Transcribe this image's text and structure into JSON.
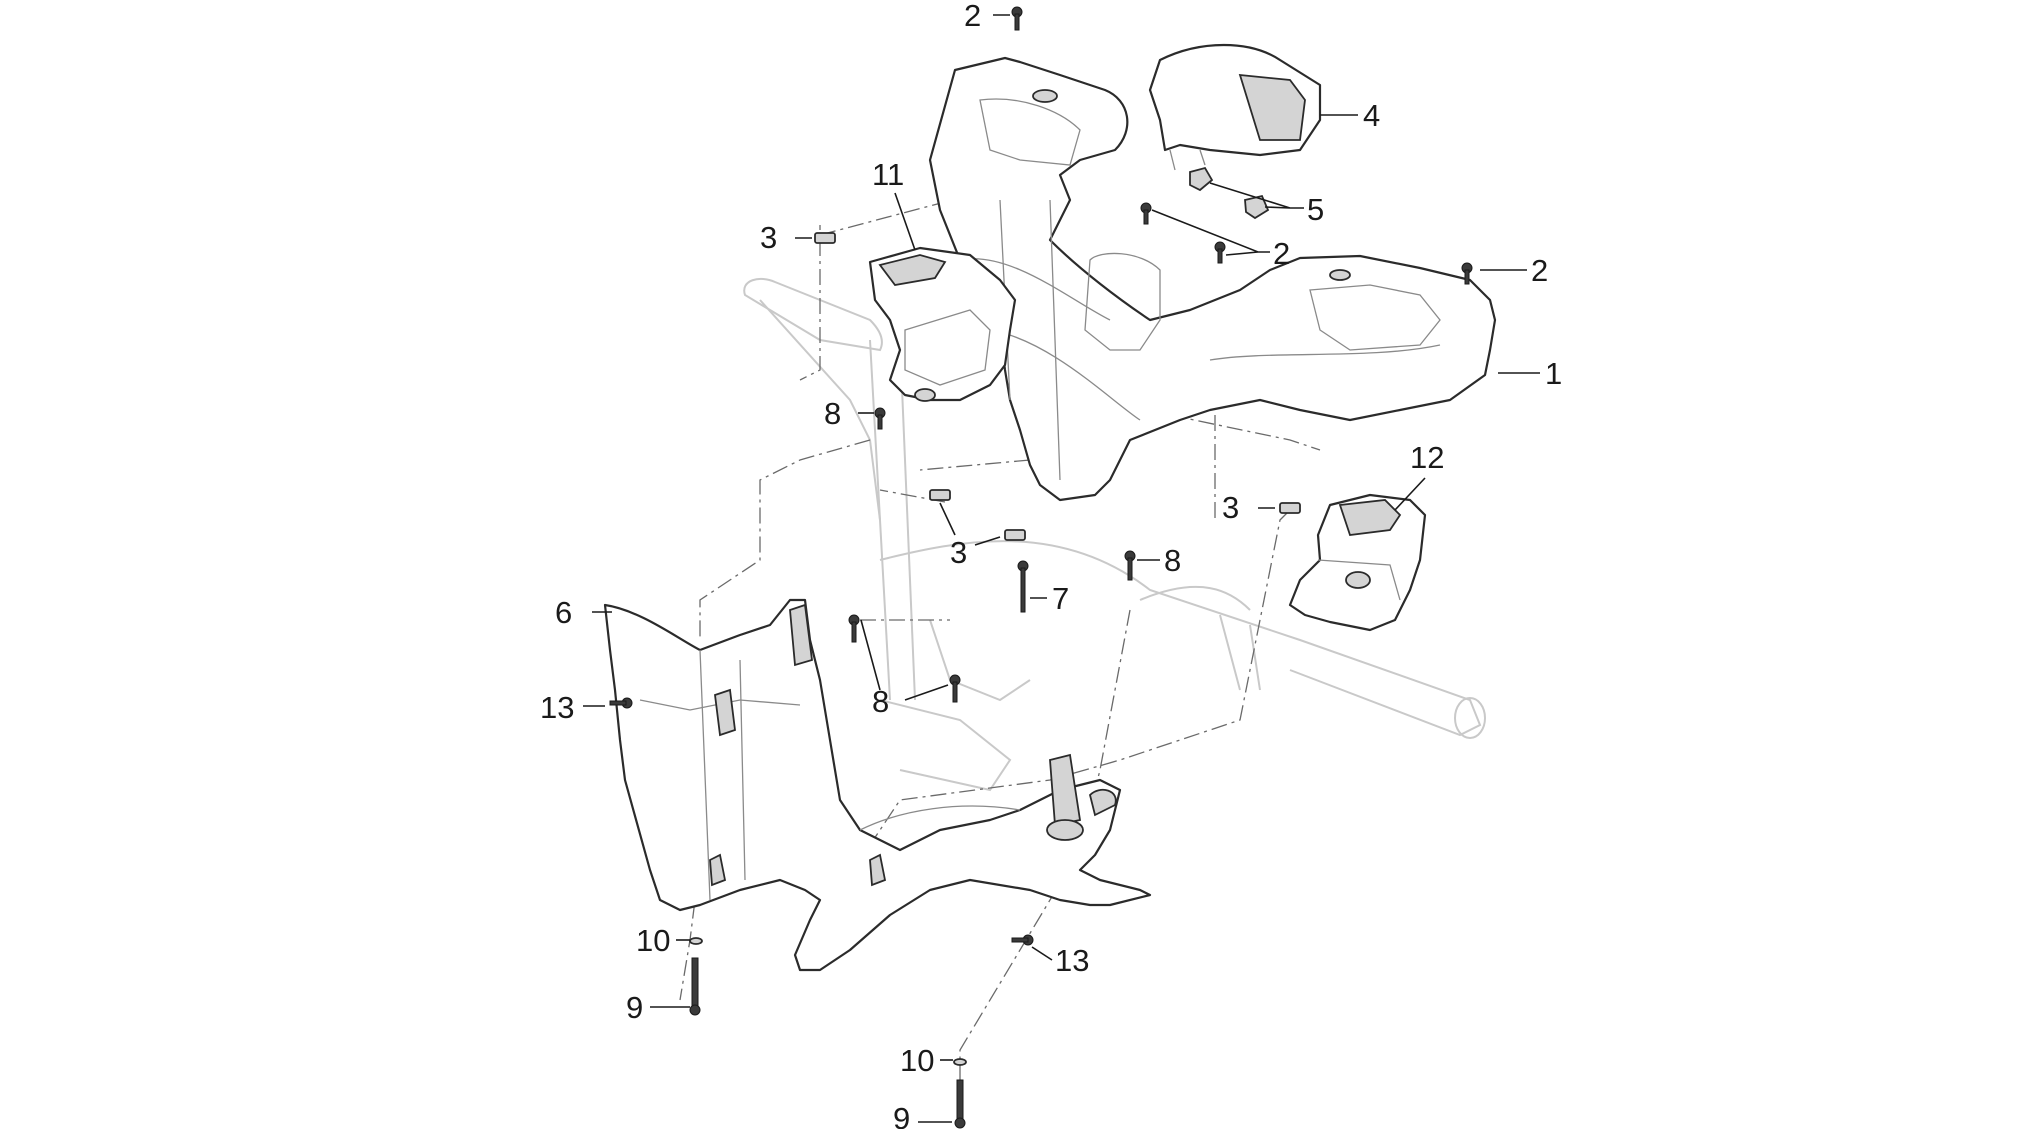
{
  "callouts": {
    "c2_top": "2",
    "c4": "4",
    "c5": "5",
    "c2_mid": "2",
    "c2_right": "2",
    "c11": "11",
    "c3_left": "3",
    "c1": "1",
    "c8_upper": "8",
    "c12": "12",
    "c3_right": "3",
    "c3_center": "3",
    "c7": "7",
    "c8_right": "8",
    "c6": "6",
    "c13_left": "13",
    "c8_center": "8",
    "c10_left": "10",
    "c9_left": "9",
    "c13_right": "13",
    "c10_bottom": "10",
    "c9_bottom": "9"
  }
}
